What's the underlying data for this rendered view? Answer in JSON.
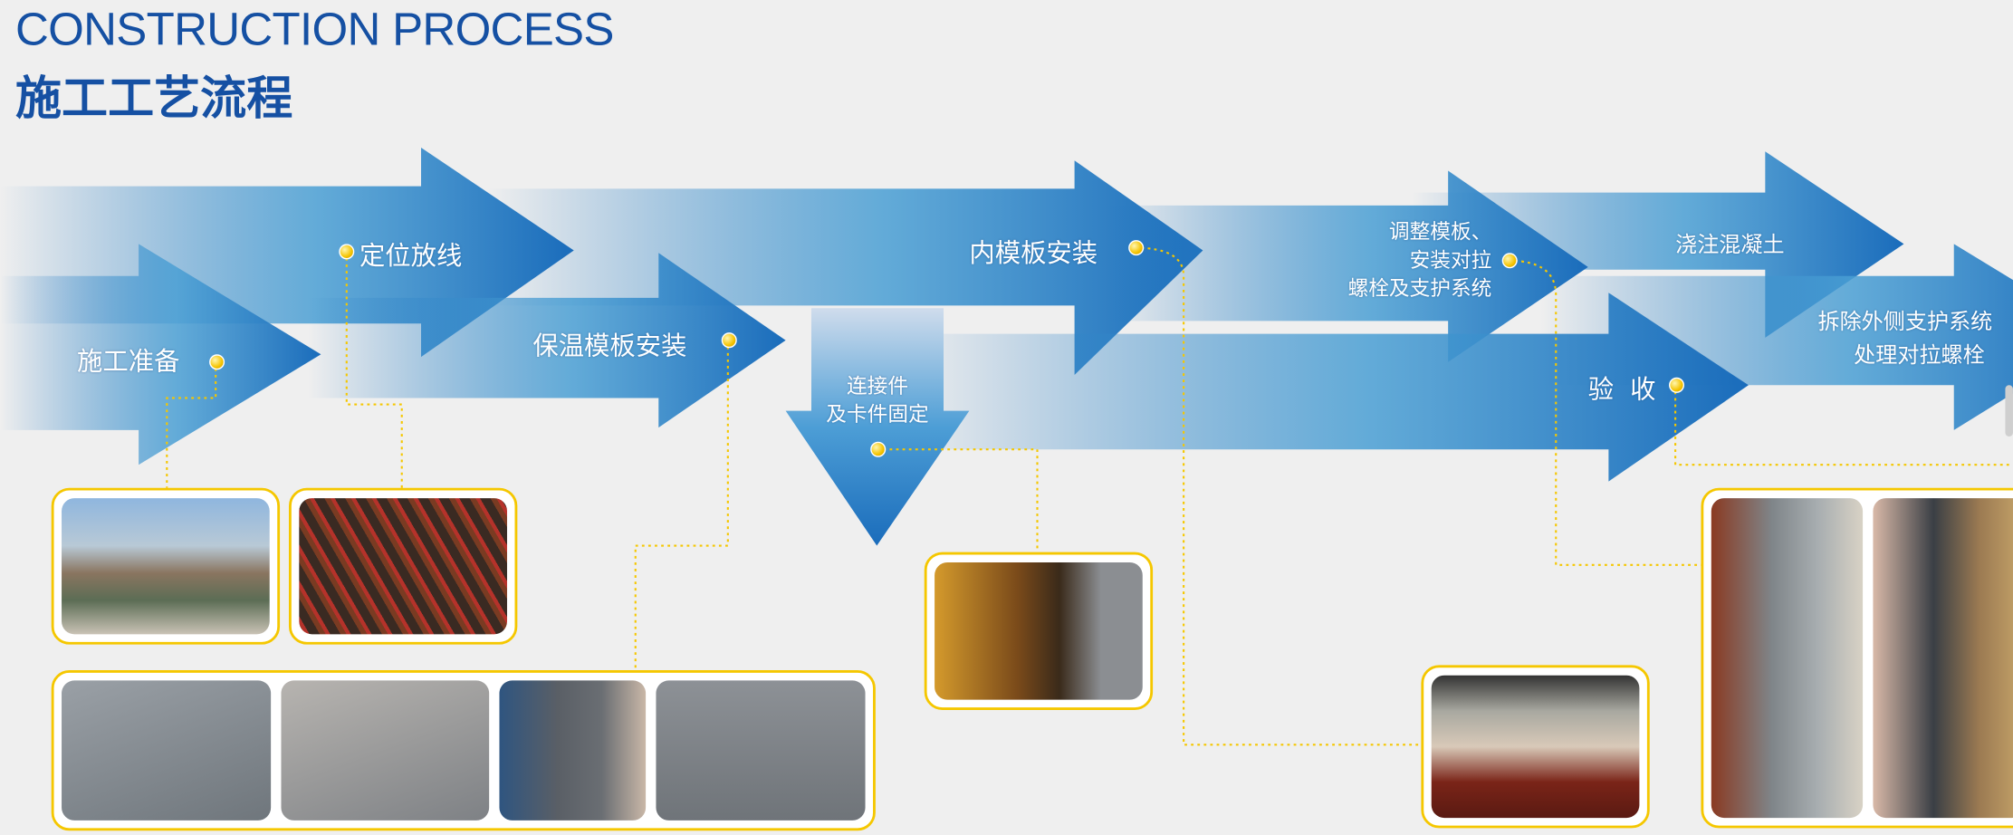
{
  "header": {
    "title_en": "CONSTRUCTION PROCESS",
    "title_cn": "施工工艺流程"
  },
  "steps": [
    {
      "label": "施工准备"
    },
    {
      "label": "定位放线"
    },
    {
      "label": "保温模板安装"
    },
    {
      "label_lines": [
        "连接件",
        "及卡件固定"
      ]
    },
    {
      "label": "内模板安装"
    },
    {
      "label_lines": [
        "调整模板、",
        "安装对拉",
        "螺栓及支护系统"
      ]
    },
    {
      "label": "浇注混凝土"
    },
    {
      "label": "验  收"
    },
    {
      "label_lines": [
        "拆除外侧支护系统",
        "处理对拉螺栓"
      ]
    }
  ],
  "colors": {
    "accent": "#1f74c0",
    "title": "#1550a3",
    "connector": "#f5c700"
  }
}
